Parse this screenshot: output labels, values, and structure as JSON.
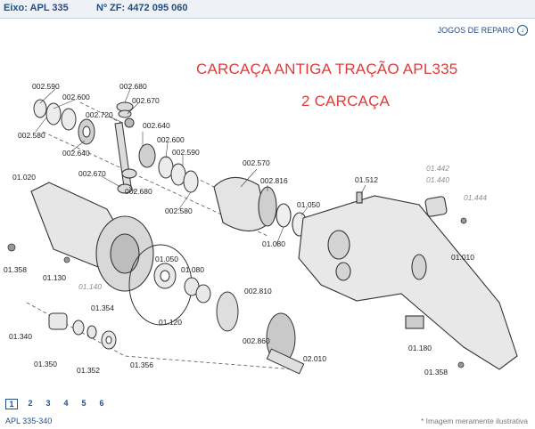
{
  "header": {
    "eixo": "Eixo: APL 335",
    "nzf": "Nº ZF: 4472 095 060"
  },
  "jogos_reparo": {
    "label": "JOGOS DE REPARO",
    "icon": "circle-down-arrow-icon"
  },
  "annotation": {
    "line1": "CARCAÇA ANTIGA TRAÇÃO APL335",
    "line2": "2 CARCAÇA"
  },
  "parts": [
    {
      "code": "002.590"
    },
    {
      "code": "002.600"
    },
    {
      "code": "002.580"
    },
    {
      "code": "002.640"
    },
    {
      "code": "002.680"
    },
    {
      "code": "002.670"
    },
    {
      "code": "002.720"
    },
    {
      "code": "002.640"
    },
    {
      "code": "002.600"
    },
    {
      "code": "002.590"
    },
    {
      "code": "002.670"
    },
    {
      "code": "002.680"
    },
    {
      "code": "002.580"
    },
    {
      "code": "002.570"
    },
    {
      "code": "002.816"
    },
    {
      "code": "01.050"
    },
    {
      "code": "01.080"
    },
    {
      "code": "01.512"
    },
    {
      "code": "01.442"
    },
    {
      "code": "01.440"
    },
    {
      "code": "01.444"
    },
    {
      "code": "01.020"
    },
    {
      "code": "01.358"
    },
    {
      "code": "01.130"
    },
    {
      "code": "01.140"
    },
    {
      "code": "01.050"
    },
    {
      "code": "01.080"
    },
    {
      "code": "01.120"
    },
    {
      "code": "002.810"
    },
    {
      "code": "002.860"
    },
    {
      "code": "01.010"
    },
    {
      "code": "01.354"
    },
    {
      "code": "01.340"
    },
    {
      "code": "01.350"
    },
    {
      "code": "01.352"
    },
    {
      "code": "01.356"
    },
    {
      "code": "02.010"
    },
    {
      "code": "01.180"
    },
    {
      "code": "01.358"
    }
  ],
  "pagination": {
    "pages": [
      "1",
      "2",
      "3",
      "4",
      "5",
      "6"
    ],
    "active": "1"
  },
  "footer": {
    "model": "APL 335-340",
    "note": "* Imagem meramente ilustrativa"
  }
}
